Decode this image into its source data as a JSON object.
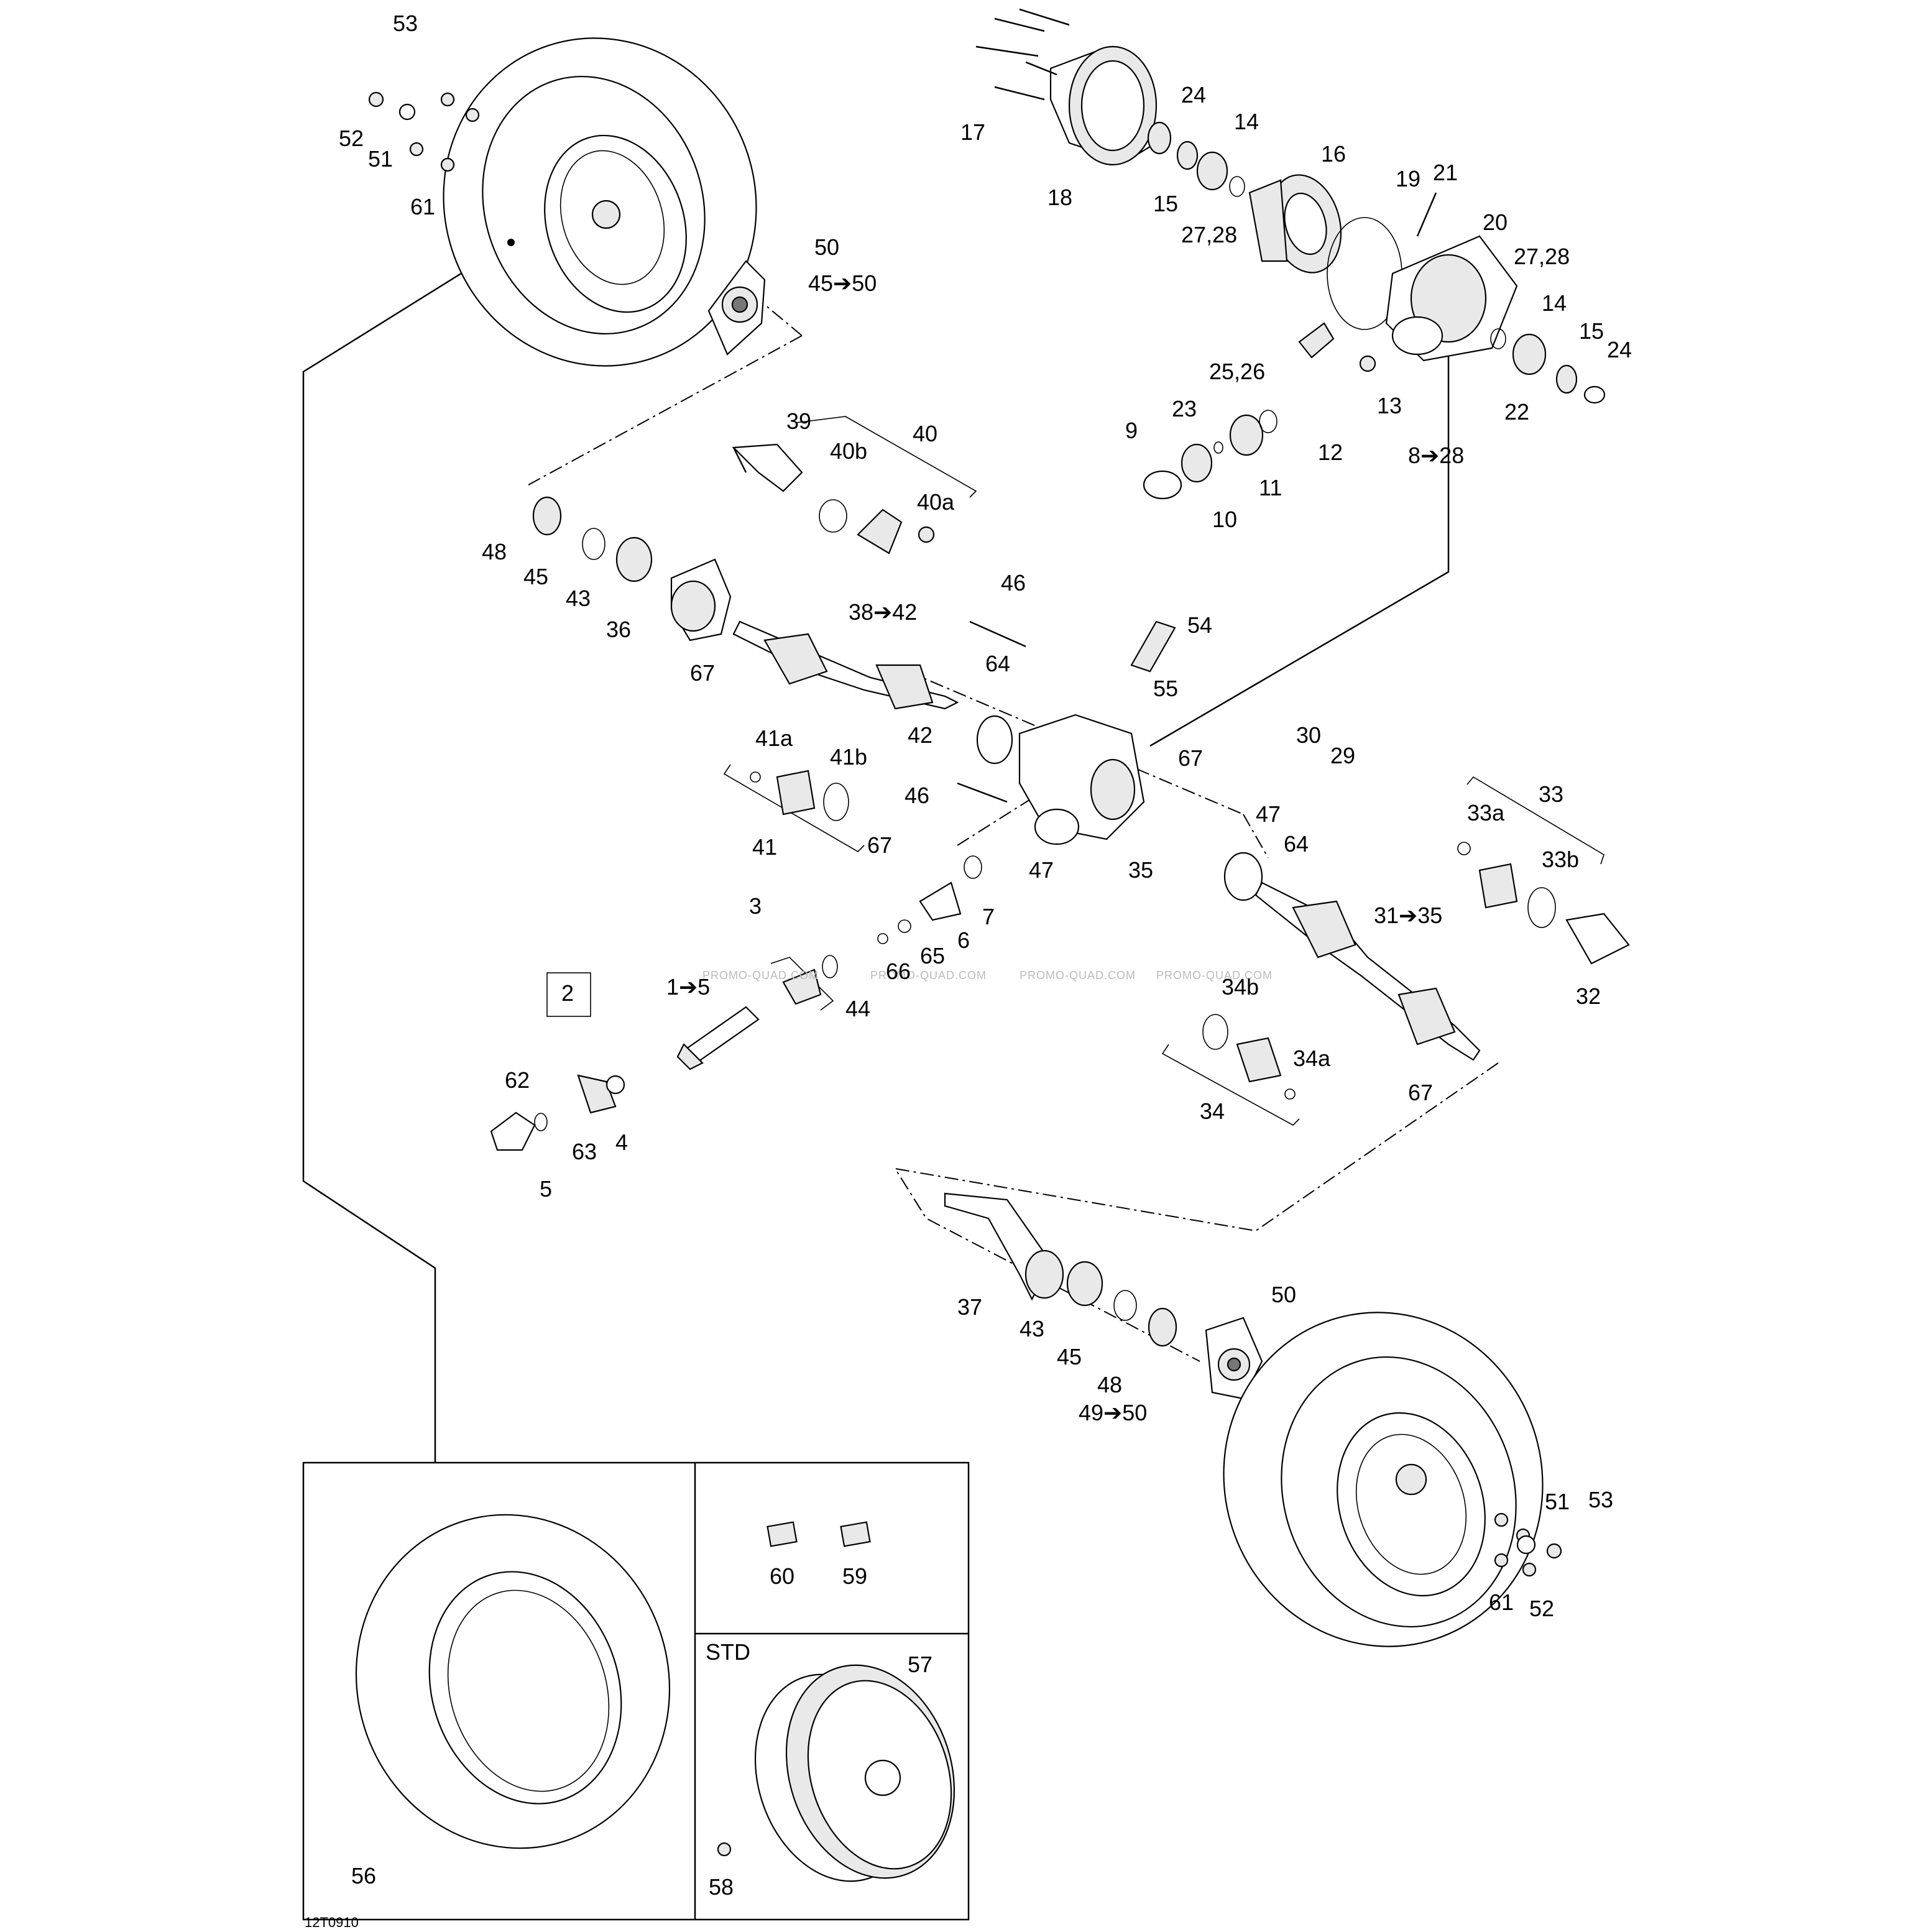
{
  "diagram": {
    "figure_code": "12T0910",
    "watermark": "PROMO-QUAD.COM",
    "inset_std_label": "STD",
    "callouts": {
      "c1_5": "1➔5",
      "c2": "2",
      "c3": "3",
      "c4": "4",
      "c5": "5",
      "c6": "6",
      "c7": "7",
      "c8_28": "8➔28",
      "c9": "9",
      "c10": "10",
      "c11": "11",
      "c12": "12",
      "c13": "13",
      "c14a": "14",
      "c14b": "14",
      "c15a": "15",
      "c15b": "15",
      "c16": "16",
      "c17": "17",
      "c18": "18",
      "c19": "19",
      "c20": "20",
      "c21": "21",
      "c22": "22",
      "c23": "23",
      "c24a": "24",
      "c24b": "24",
      "c25_26": "25,26",
      "c27_28a": "27,28",
      "c27_28b": "27,28",
      "c29": "29",
      "c30": "30",
      "c31_35": "31➔35",
      "c32": "32",
      "c33": "33",
      "c33a": "33a",
      "c33b": "33b",
      "c34": "34",
      "c34a": "34a",
      "c34b": "34b",
      "c35": "35",
      "c36": "36",
      "c37": "37",
      "c38_42": "38➔42",
      "c39": "39",
      "c40": "40",
      "c40a": "40a",
      "c40b": "40b",
      "c41": "41",
      "c41a": "41a",
      "c41b": "41b",
      "c42": "42",
      "c43a": "43",
      "c43b": "43",
      "c44": "44",
      "c45a": "45",
      "c45b": "45",
      "c45_50": "45➔50",
      "c46a": "46",
      "c46b": "46",
      "c47a": "47",
      "c47b": "47",
      "c48a": "48",
      "c48b": "48",
      "c49_50": "49➔50",
      "c50a": "50",
      "c50b": "50",
      "c51a": "51",
      "c51b": "51",
      "c52a": "52",
      "c52b": "52",
      "c53a": "53",
      "c53b": "53",
      "c54": "54",
      "c55": "55",
      "c56": "56",
      "c57": "57",
      "c58": "58",
      "c59": "59",
      "c60": "60",
      "c61a": "61",
      "c61b": "61",
      "c62": "62",
      "c63": "63",
      "c64a": "64",
      "c64b": "64",
      "c65": "65",
      "c66": "66",
      "c67a": "67",
      "c67b": "67",
      "c67c": "67",
      "c67d": "67"
    }
  }
}
